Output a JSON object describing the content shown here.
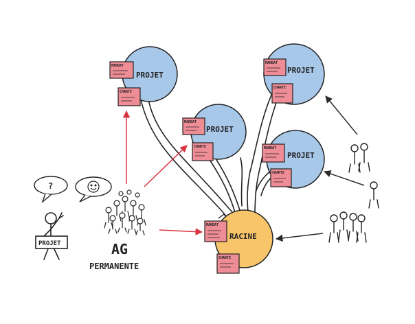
{
  "colors": {
    "circle_blue": "#a8c8ea",
    "circle_orange": "#f8c56b",
    "card_pink": "#ef8d97",
    "arrow_red": "#d8343f",
    "arrow_dark": "#2a2a2a",
    "ink": "#222222"
  },
  "nodes": {
    "projet_top_left": "PROJET",
    "projet_middle": "PROJET",
    "projet_top_right": "PROJET",
    "projet_right": "PROJET",
    "racine": "RACINE"
  },
  "ag": {
    "line1": "AG",
    "line2": "PERMANENTE"
  },
  "person_sign": "PROJET",
  "bubbles": {
    "left": "?",
    "right": "smiley-icon"
  },
  "card_titles": {
    "mandat": "MANDAT",
    "charte": "CHARTE"
  }
}
